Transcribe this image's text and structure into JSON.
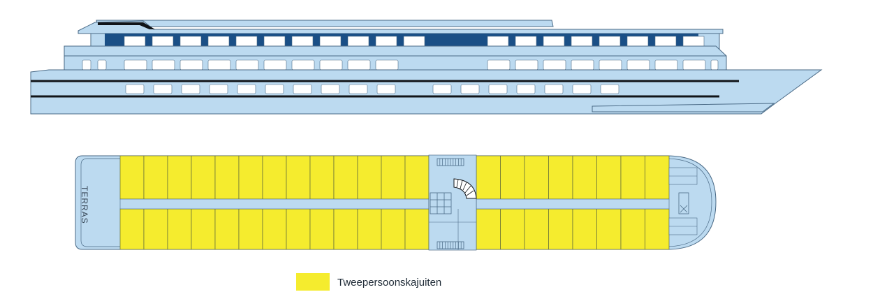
{
  "colors": {
    "hull": "#bcdaf0",
    "hull_stroke": "#4a6a86",
    "window_dark": "#1a4f86",
    "stripe": "#111418",
    "cabin": "#f5ec2e",
    "cabin_stroke": "#5f6a3a",
    "corridor": "#bcdaf0",
    "white": "#ffffff"
  },
  "deck_plan": {
    "terrace_label": "TERRAS",
    "cabins_aft_per_row": 13,
    "cabins_fwd_per_row": 8,
    "rows": 2
  },
  "legend": [
    {
      "label": "Tweepersoonskajuiten",
      "color": "#f5ec2e"
    }
  ]
}
